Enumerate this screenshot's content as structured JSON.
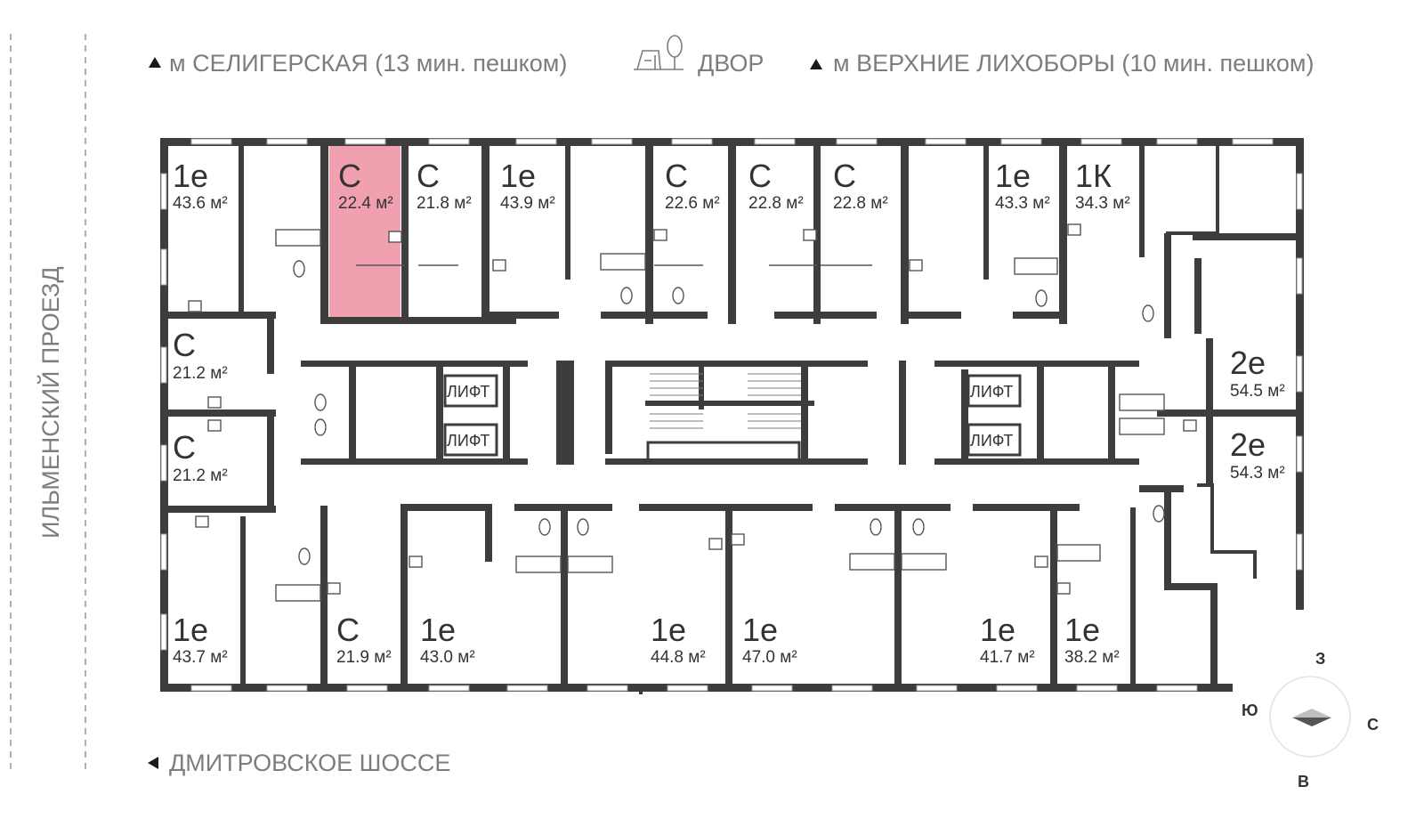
{
  "header": {
    "metro_left": "м СЕЛИГЕРСКАЯ (13 мин. пешком)",
    "yard": "ДВОР",
    "metro_right": "м ВЕРХНИЕ ЛИХОБОРЫ (10 мин. пешком)"
  },
  "side": {
    "street_left": "ИЛЬМЕНСКИЙ ПРОЕЗД"
  },
  "footer": {
    "street_bottom": "ДМИТРОВСКОЕ ШОССЕ"
  },
  "icons": [
    "triangle-marker-icon",
    "yard-icon",
    "compass-icon"
  ],
  "colors": {
    "highlight": "#f0a0ae",
    "wall": "#3d3d3d",
    "label": "#7d7d7d"
  },
  "compass": {
    "north": "С",
    "south": "Ю",
    "west": "З",
    "east": "В"
  },
  "lifts": [
    "ЛИФТ",
    "ЛИФТ",
    "ЛИФТ",
    "ЛИФТ"
  ],
  "units": [
    {
      "type": "1е",
      "area": "43.6 м²",
      "selected": false
    },
    {
      "type": "С",
      "area": "22.4 м²",
      "selected": true
    },
    {
      "type": "С",
      "area": "21.8 м²",
      "selected": false
    },
    {
      "type": "1е",
      "area": "43.9 м²",
      "selected": false
    },
    {
      "type": "С",
      "area": "22.6 м²",
      "selected": false
    },
    {
      "type": "С",
      "area": "22.8 м²",
      "selected": false
    },
    {
      "type": "С",
      "area": "22.8 м²",
      "selected": false
    },
    {
      "type": "1е",
      "area": "43.3 м²",
      "selected": false
    },
    {
      "type": "1К",
      "area": "34.3 м²",
      "selected": false
    },
    {
      "type": "С",
      "area": "21.2 м²",
      "selected": false
    },
    {
      "type": "С",
      "area": "21.2 м²",
      "selected": false
    },
    {
      "type": "2е",
      "area": "54.5 м²",
      "selected": false
    },
    {
      "type": "2е",
      "area": "54.3 м²",
      "selected": false
    },
    {
      "type": "1е",
      "area": "43.7 м²",
      "selected": false
    },
    {
      "type": "С",
      "area": "21.9 м²",
      "selected": false
    },
    {
      "type": "1е",
      "area": "43.0 м²",
      "selected": false
    },
    {
      "type": "1е",
      "area": "44.8 м²",
      "selected": false
    },
    {
      "type": "1е",
      "area": "47.0 м²",
      "selected": false
    },
    {
      "type": "1е",
      "area": "41.7 м²",
      "selected": false
    },
    {
      "type": "1е",
      "area": "38.2 м²",
      "selected": false
    }
  ]
}
